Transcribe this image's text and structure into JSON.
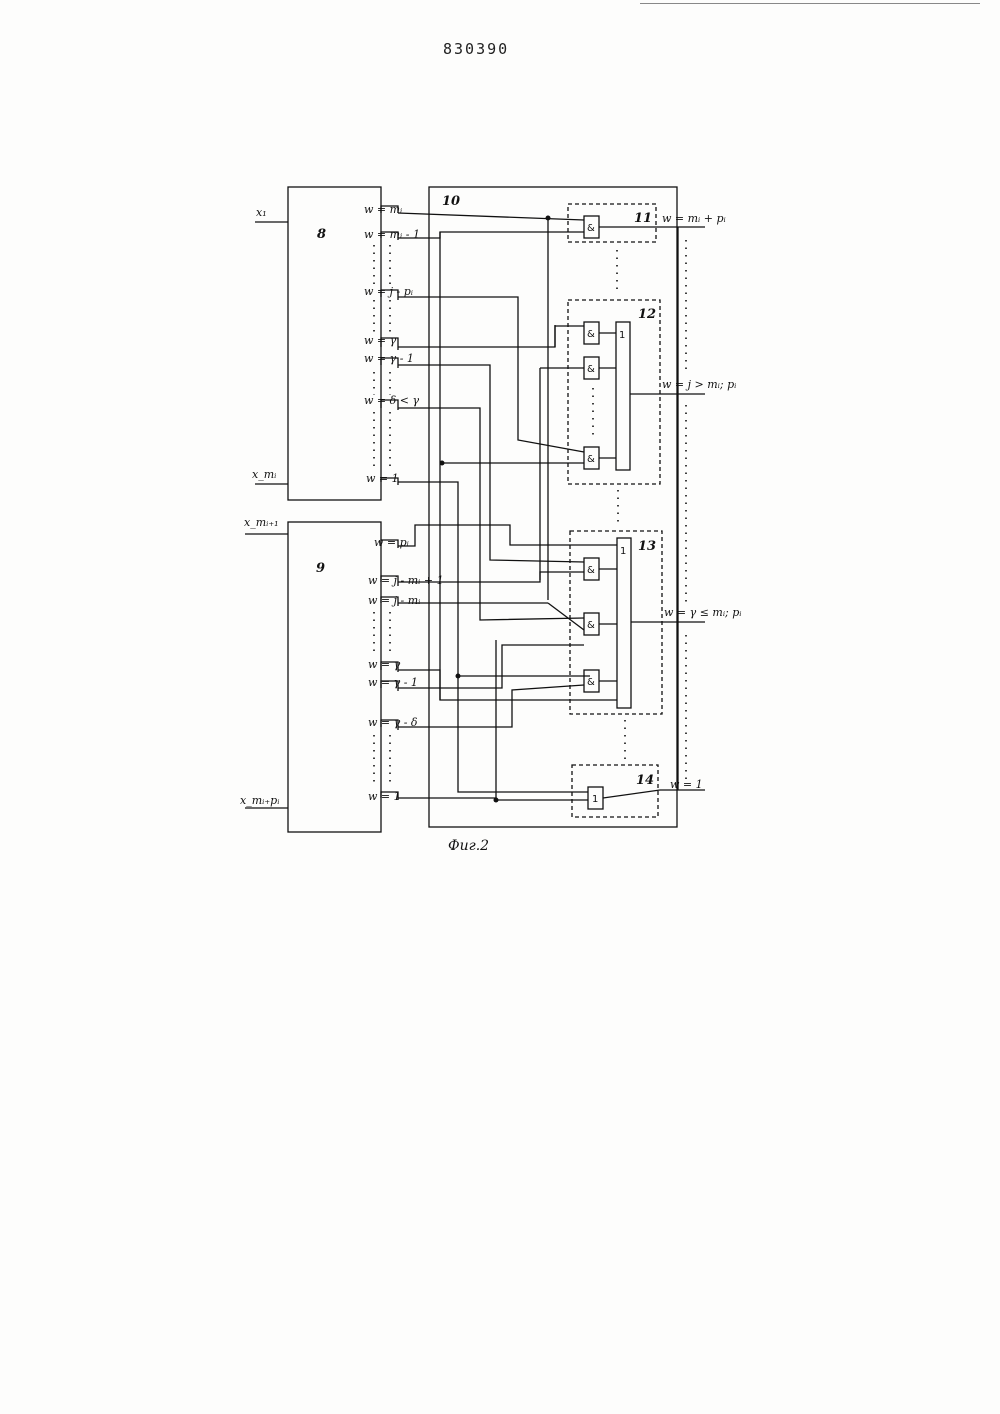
{
  "document": {
    "number": "830390",
    "caption": "Фиг.2"
  },
  "blocks": {
    "b8": "8",
    "b9": "9",
    "b10": "10",
    "b11": "11",
    "b12": "12",
    "b13": "13",
    "b14": "14"
  },
  "inputs": {
    "x1": "x₁",
    "xmi": "x_mᵢ",
    "xmi1": "x_mᵢ₊₁",
    "xmipi": "x_mᵢ₊pᵢ"
  },
  "outputs8": [
    "w = mᵢ",
    "w = mᵢ - 1",
    "w = j - pᵢ",
    "w = γ",
    "w = γ - 1",
    "w = δ < γ",
    "w = 1"
  ],
  "outputs9": [
    "w = pᵢ",
    "w = j - mᵢ + 1",
    "w = j - mᵢ",
    "w = γ",
    "w = γ - 1",
    "w = γ - δ",
    "w = 1"
  ],
  "results": {
    "r11": "w = mᵢ + pᵢ",
    "r12": "w = j > mᵢ; pᵢ",
    "r13": "w = γ ≤ mᵢ; pᵢ",
    "r14": "w = 1"
  },
  "gate_symbols": {
    "and": "&",
    "or": "1"
  }
}
